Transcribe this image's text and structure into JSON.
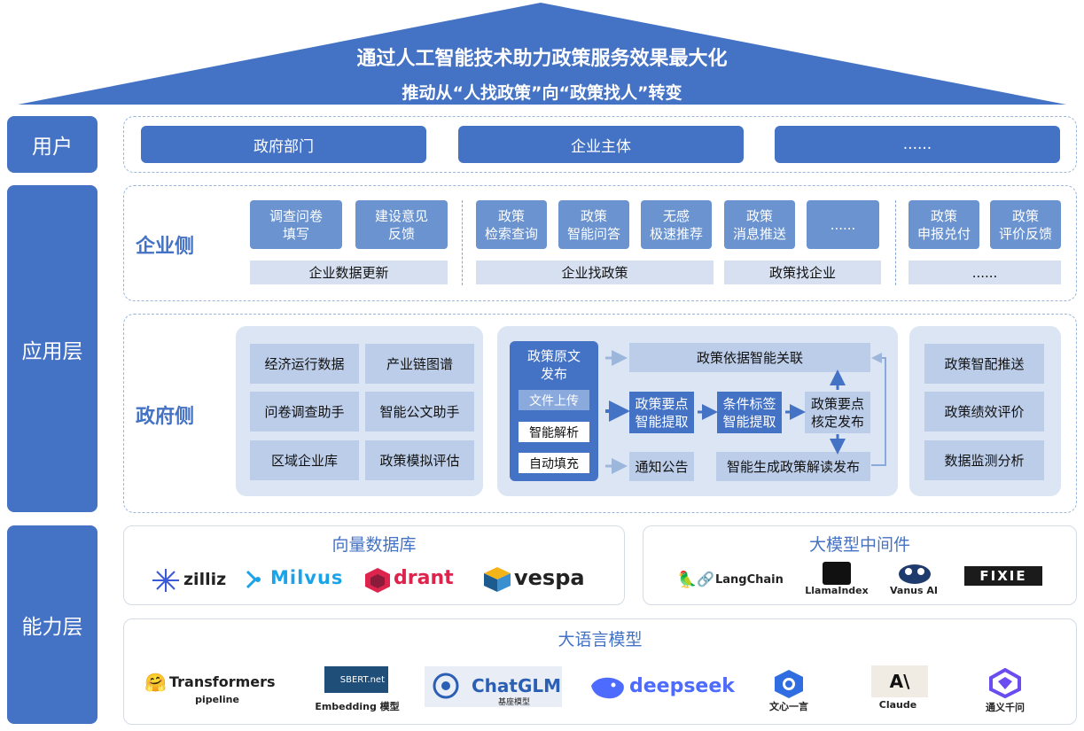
{
  "header": {
    "title": "通过人工智能技术助力政策服务效果最大化",
    "subtitle": "推动从“人找政策”向“政策找人”转变"
  },
  "layers": {
    "user": "用户",
    "app": "应用层",
    "capability": "能力层"
  },
  "users": [
    "政府部门",
    "企业主体",
    "......"
  ],
  "enterprise": {
    "label": "企业侧",
    "buttons": [
      "调查问卷\n填写",
      "建设意见\n反馈",
      "政策\n检索查询",
      "政策\n智能问答",
      "无感\n极速推荐",
      "政策\n消息推送",
      "......",
      "政策\n申报兑付",
      "政策\n评价反馈"
    ],
    "bars": [
      "企业数据更新",
      "企业找政策",
      "政策找企业",
      "......"
    ]
  },
  "government": {
    "label": "政府侧",
    "left_tools": [
      "经济运行数据",
      "产业链图谱",
      "问卷调查助手",
      "智能公文助手",
      "区域企业库",
      "政策模拟评估"
    ],
    "source": {
      "title": "政策原文\n发布",
      "tags": [
        "文件上传",
        "智能解析",
        "自动填充"
      ]
    },
    "flow": {
      "association": "政策依据智能关联",
      "extract_points": "政策要点\n智能提取",
      "extract_tags": "条件标签\n智能提取",
      "verify_publish": "政策要点\n核定发布",
      "notice": "通知公告",
      "interpret": "智能生成政策解读发布"
    },
    "right_tools": [
      "政策智配推送",
      "政策绩效评价",
      "数据监测分析"
    ]
  },
  "vector_db": {
    "title": "向量数据库",
    "logos": [
      "zilliz",
      "Milvus",
      "drant",
      "vespa"
    ]
  },
  "middleware": {
    "title": "大模型中间件",
    "logos": [
      "LangChain",
      "LlamaIndex",
      "Vanus AI",
      "FIXIE"
    ]
  },
  "llm": {
    "title": "大语言模型",
    "transformers": "Transformers",
    "transformers_sub": "pipeline",
    "sbert": "SBERT.net",
    "sbert_sub": "Embedding 模型",
    "chatglm": "ChatGLM",
    "chatglm_sub": "基座模型",
    "deepseek": "deepseek",
    "wenxin": "文心一言",
    "claude": "Claude",
    "tongyi": "通义千问"
  },
  "colors": {
    "primary": "#4472c4",
    "light_button": "#6a93cf",
    "panel": "#dce5f3",
    "box": "#bccde9"
  }
}
